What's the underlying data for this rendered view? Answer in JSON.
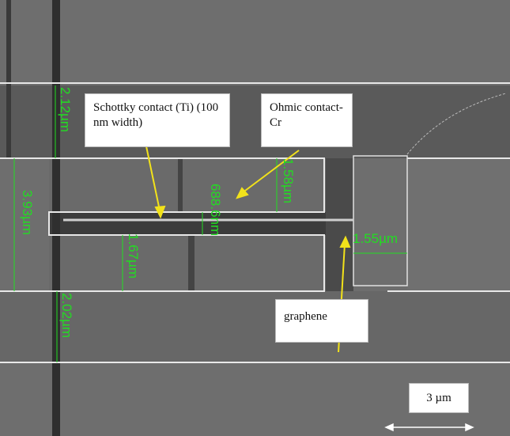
{
  "labels": {
    "schottky": "Schottky contact (Ti) (100 nm width)",
    "ohmic": "Ohmic contact-Cr",
    "graphene": "graphene",
    "scale_bar": "3 µm"
  },
  "measurements": {
    "top_gap": "2.12µm",
    "total_width": "3.93µm",
    "channel_width": "688.6nm",
    "upper_finger": "1.58µm",
    "lower_finger": "1.67µm",
    "bottom_gap": "2.02µm",
    "pad_width": "1.55µm"
  },
  "colors": {
    "annotation": "#22dd22",
    "arrow": "#f2e21a",
    "substrate": "#6b6b6b"
  }
}
